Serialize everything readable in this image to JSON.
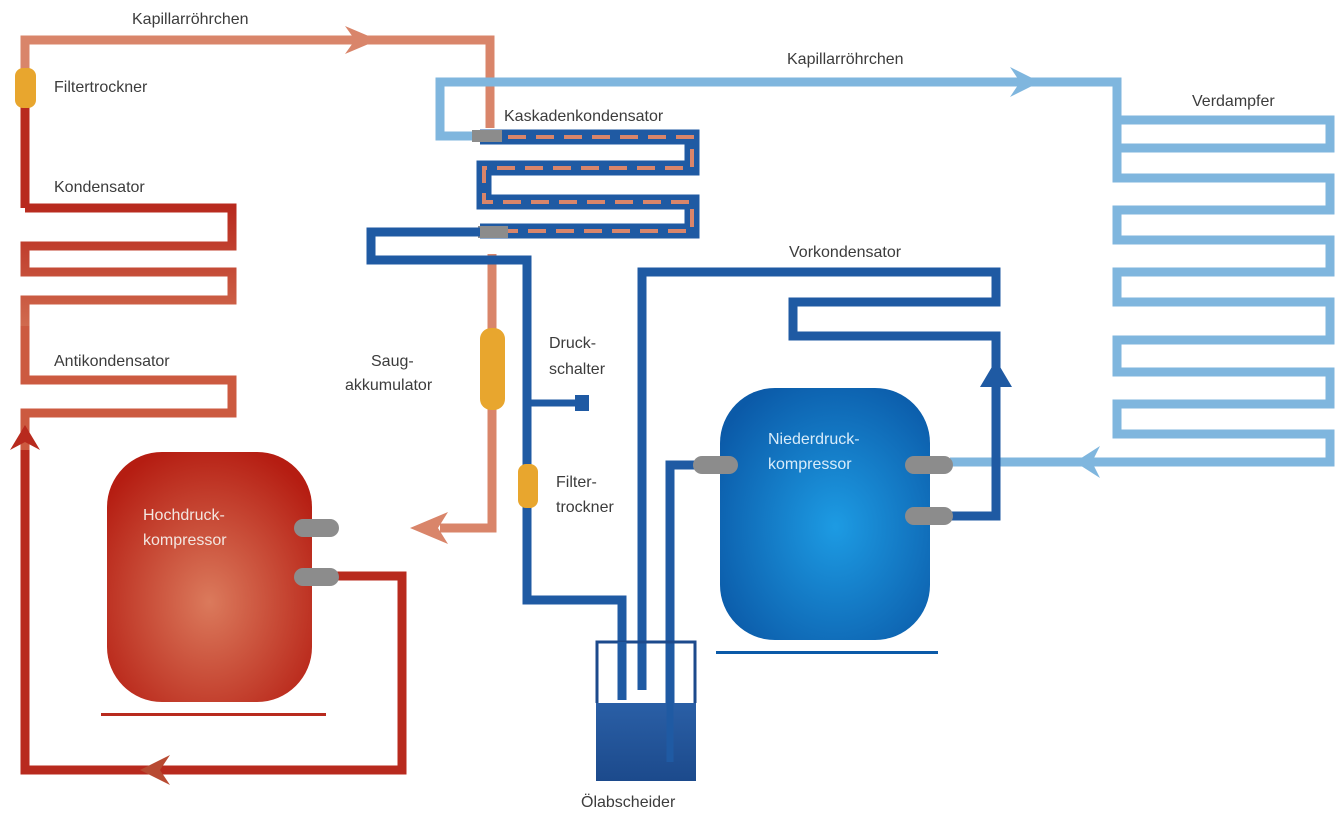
{
  "labels": {
    "capillary_top_left": "Kapillarröhrchen",
    "filter_dryer_top": "Filtertrockner",
    "capillary_top_right": "Kapillarröhrchen",
    "cascade_condenser": "Kaskadenkondensator",
    "evaporator": "Verdampfer",
    "condenser": "Kondensator",
    "precondenser": "Vorkondensator",
    "suction_accumulator_1": "Saug-",
    "suction_accumulator_2": "akkumulator",
    "pressure_switch_1": "Druck-",
    "pressure_switch_2": "schalter",
    "anticondenser": "Antikondensator",
    "filter_dryer_mid_1": "Filter-",
    "filter_dryer_mid_2": "trockner",
    "hp_compressor_1": "Hochdruck-",
    "hp_compressor_2": "kompressor",
    "lp_compressor_1": "Niederdruck-",
    "lp_compressor_2": "kompressor",
    "oil_separator": "Ölabscheider"
  },
  "colors": {
    "hot_red": "#b82a1e",
    "warm_salmon": "#d9856a",
    "dark_blue": "#1f5aa3",
    "light_blue": "#7fb6de",
    "component_yellow": "#e8a62e",
    "connector_gray": "#8c8c8c"
  }
}
